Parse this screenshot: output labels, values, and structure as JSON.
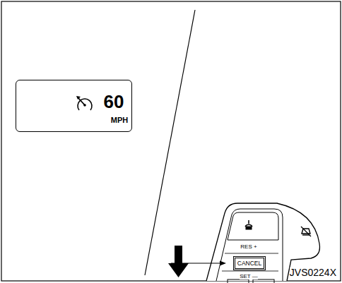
{
  "diagram": {
    "nodes": [
      {
        "text": [
          "60",
          "MPH"
        ]
      },
      {
        "text": [
          "CANCEL"
        ]
      }
    ],
    "labels": [
      "RES +",
      "SET —",
      "JVS0224X"
    ]
  }
}
